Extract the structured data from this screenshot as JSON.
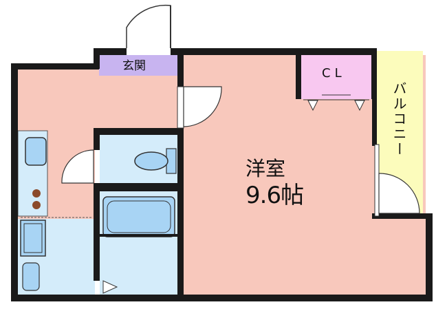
{
  "labels": {
    "entrance": "玄関",
    "closet": "CL",
    "room_name": "洋室",
    "room_size": "9.6帖",
    "balcony": "バルコニー"
  },
  "colors": {
    "wall": "#1a1a1a",
    "floor_pink": "#f8c8bc",
    "entrance_purple": "#c8b4f0",
    "closet_pink": "#f8c8f0",
    "wet_area_blue": "#d4ecfa",
    "fixture_blue": "#a8d4f4",
    "balcony_yellow": "#fcfcbc"
  }
}
